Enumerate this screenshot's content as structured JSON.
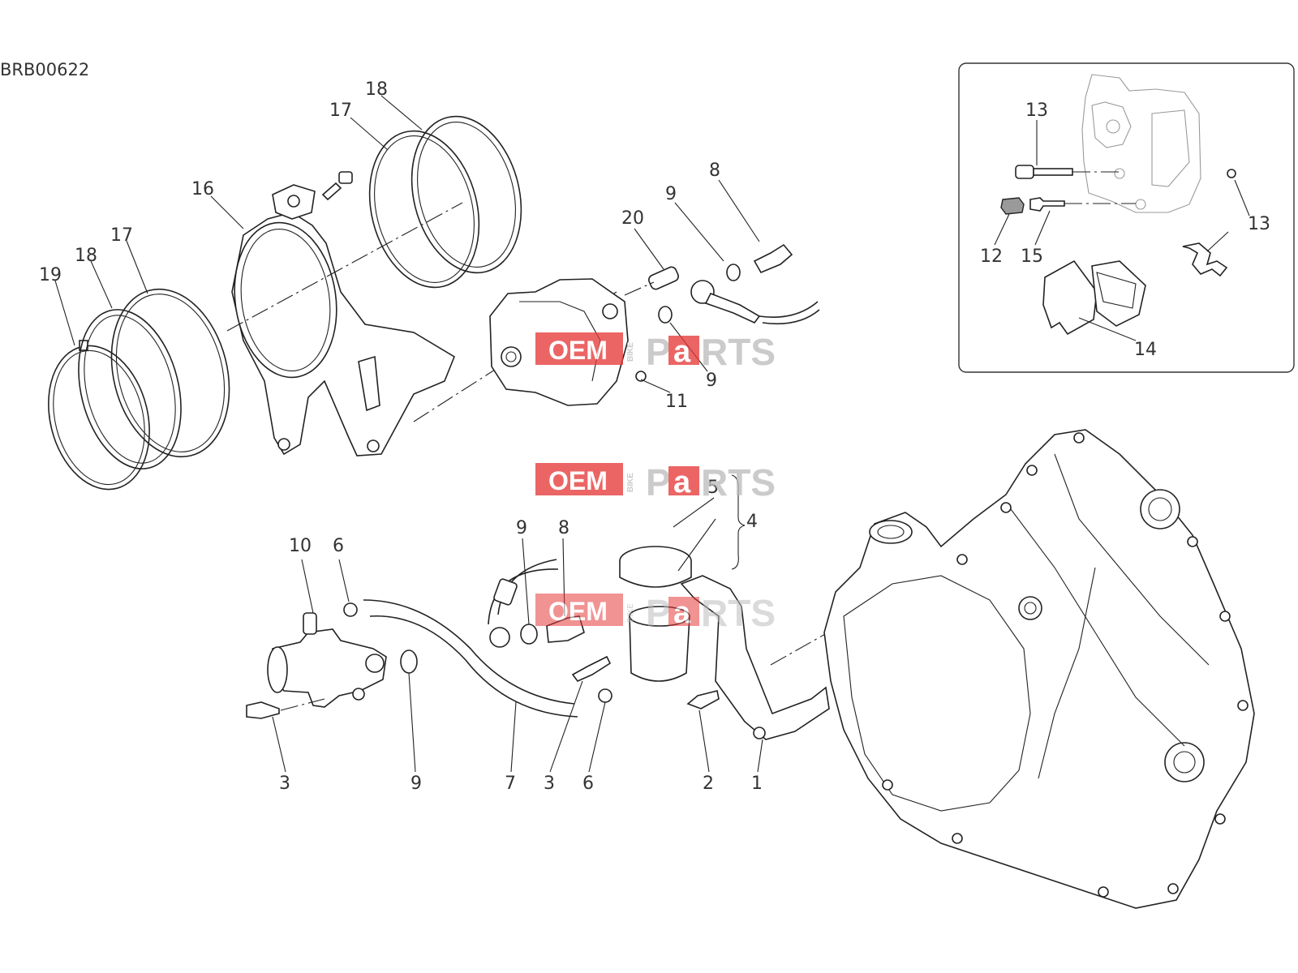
{
  "diagram": {
    "reference": "BRB00622",
    "callouts": [
      {
        "id": "c18a",
        "text": "18"
      },
      {
        "id": "c17a",
        "text": "17"
      },
      {
        "id": "c16",
        "text": "16"
      },
      {
        "id": "c17b",
        "text": "17"
      },
      {
        "id": "c18b",
        "text": "18"
      },
      {
        "id": "c19",
        "text": "19"
      },
      {
        "id": "c8a",
        "text": "8"
      },
      {
        "id": "c9a",
        "text": "9"
      },
      {
        "id": "c20",
        "text": "20"
      },
      {
        "id": "c9b",
        "text": "9"
      },
      {
        "id": "c11",
        "text": "11"
      },
      {
        "id": "c13a",
        "text": "13"
      },
      {
        "id": "c13b",
        "text": "13"
      },
      {
        "id": "c12",
        "text": "12"
      },
      {
        "id": "c15",
        "text": "15"
      },
      {
        "id": "c14",
        "text": "14"
      },
      {
        "id": "c5",
        "text": "5"
      },
      {
        "id": "c4",
        "text": "4"
      },
      {
        "id": "c10",
        "text": "10"
      },
      {
        "id": "c6a",
        "text": "6"
      },
      {
        "id": "c9c",
        "text": "9"
      },
      {
        "id": "c8b",
        "text": "8"
      },
      {
        "id": "c3a",
        "text": "3"
      },
      {
        "id": "c9d",
        "text": "9"
      },
      {
        "id": "c7",
        "text": "7"
      },
      {
        "id": "c3b",
        "text": "3"
      },
      {
        "id": "c6b",
        "text": "6"
      },
      {
        "id": "c2",
        "text": "2"
      },
      {
        "id": "c1",
        "text": "1"
      }
    ]
  },
  "watermark": {
    "brand_left": "OEM",
    "brand_small": "BIKE",
    "brand_right_a": "P",
    "brand_right_b": "a",
    "brand_right_c": "RTS",
    "color_red": "#e63b3b",
    "color_grey": "#bdbdbd"
  }
}
